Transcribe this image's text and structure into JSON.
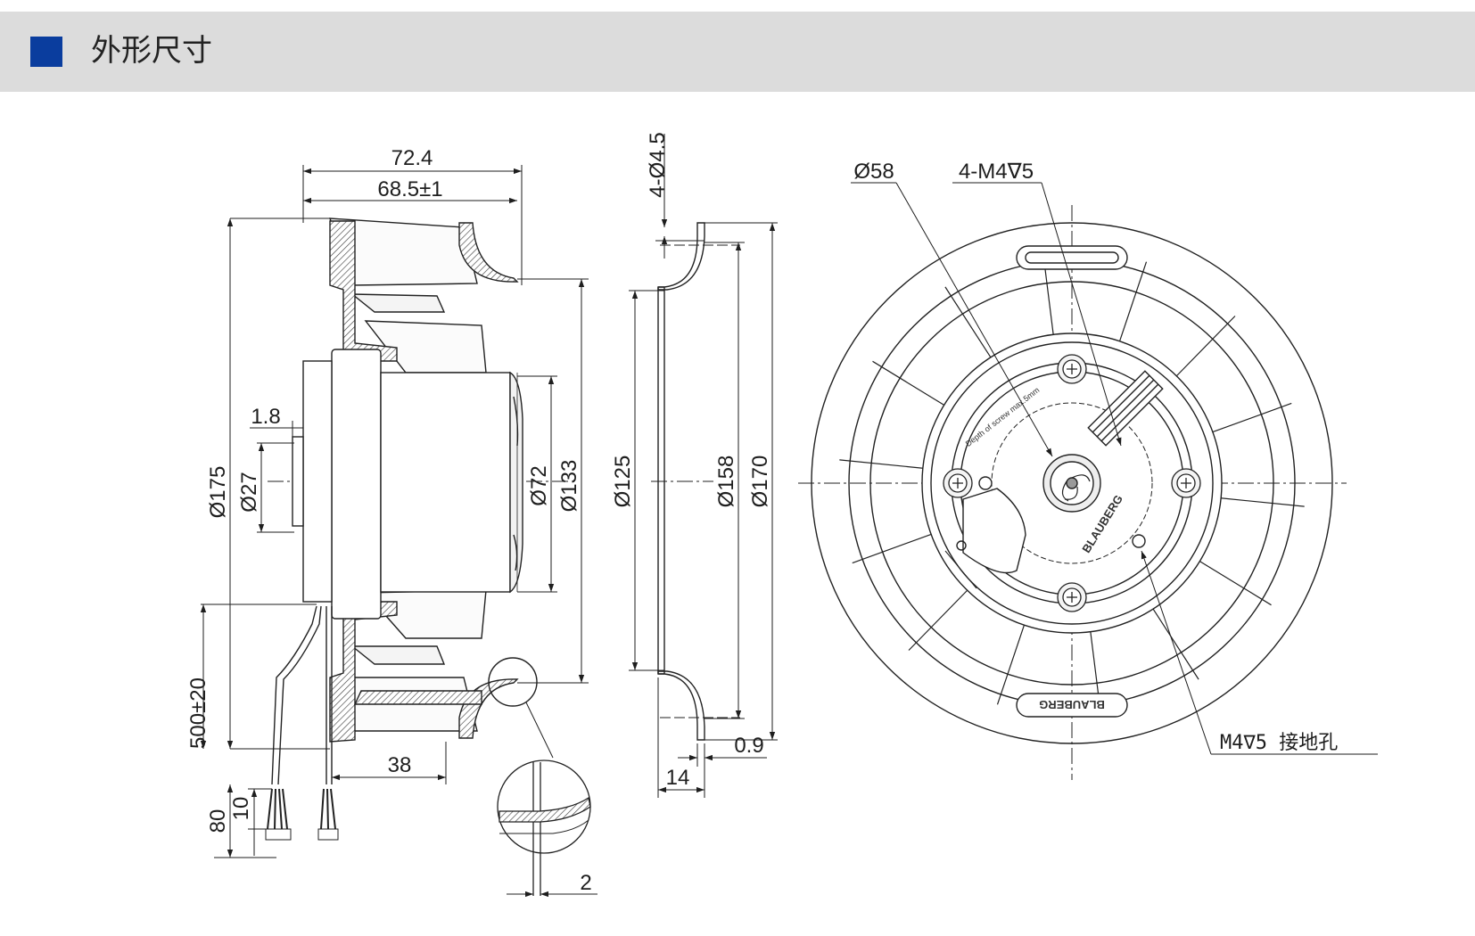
{
  "header": {
    "title": "外形尺寸",
    "accent_color": "#0a3d9e",
    "band_color": "#dcdcdc"
  },
  "side_view": {
    "dims": {
      "overall_length": "72.4",
      "impeller_length": "68.5±1",
      "flange_offset": "1.8",
      "impeller_dia": "Ø175",
      "hub_dia": "Ø27",
      "motor_dia": "Ø72",
      "motor_can_dia": "Ø133",
      "cable_length": "500±20",
      "strip_length": "80",
      "tin_length": "10",
      "inlet_depth": "38",
      "detail_thickness": "2"
    }
  },
  "inlet_ring": {
    "dims": {
      "holes": "4-Ø4.5",
      "inner_dia": "Ø125",
      "pitch_dia": "Ø158",
      "outer_dia": "Ø170",
      "width": "14",
      "sheet_thickness": "0.9"
    }
  },
  "front_view": {
    "dims": {
      "hub_dia": "Ø58",
      "mount_holes": "4-M4∇5",
      "ground_hole": "M4∇5  接地孔"
    },
    "logo_text": "BLAUBERG",
    "screw_note": "Depth of screw max.5mm"
  }
}
